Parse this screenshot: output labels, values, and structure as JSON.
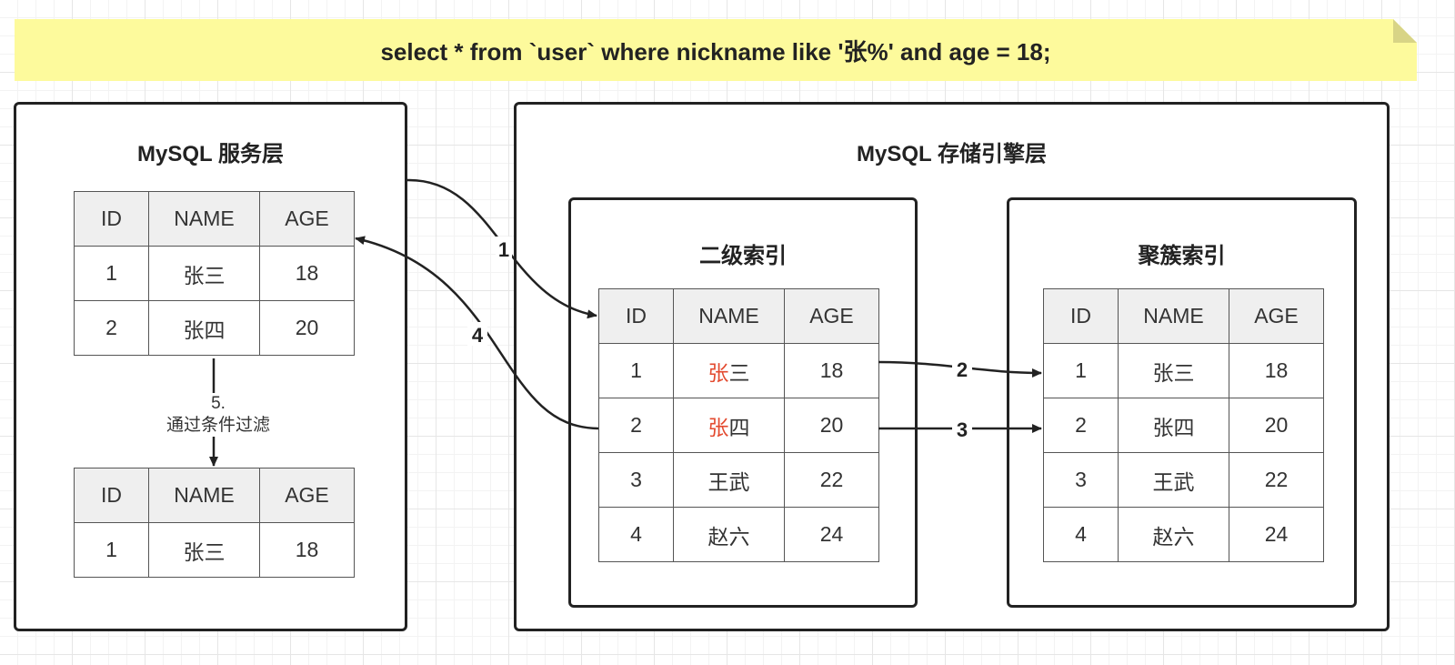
{
  "sql": "select * from `user` where nickname like '张%' and age = 18;",
  "server_layer": {
    "title": "MySQL 服务层",
    "filter_step": {
      "number": "5.",
      "label": "通过条件过滤"
    },
    "table_before": {
      "headers": [
        "ID",
        "NAME",
        "AGE"
      ],
      "rows": [
        [
          "1",
          "张三",
          "18"
        ],
        [
          "2",
          "张四",
          "20"
        ]
      ]
    },
    "table_after": {
      "headers": [
        "ID",
        "NAME",
        "AGE"
      ],
      "rows": [
        [
          "1",
          "张三",
          "18"
        ]
      ]
    }
  },
  "engine_layer": {
    "title": "MySQL 存储引擎层",
    "secondary_index": {
      "title": "二级索引",
      "headers": [
        "ID",
        "NAME",
        "AGE"
      ],
      "rows": [
        {
          "id": "1",
          "name_hl": "张",
          "name_rest": "三",
          "age": "18"
        },
        {
          "id": "2",
          "name_hl": "张",
          "name_rest": "四",
          "age": "20"
        },
        {
          "id": "3",
          "name_hl": "",
          "name_rest": "王武",
          "age": "22"
        },
        {
          "id": "4",
          "name_hl": "",
          "name_rest": "赵六",
          "age": "24"
        }
      ]
    },
    "clustered_index": {
      "title": "聚簇索引",
      "headers": [
        "ID",
        "NAME",
        "AGE"
      ],
      "rows": [
        [
          "1",
          "张三",
          "18"
        ],
        [
          "2",
          "张四",
          "20"
        ],
        [
          "3",
          "王武",
          "22"
        ],
        [
          "4",
          "赵六",
          "24"
        ]
      ]
    }
  },
  "arrows": {
    "a1": "1",
    "a2": "2",
    "a3": "3",
    "a4": "4"
  },
  "colors": {
    "note": "#fdfa9c",
    "highlight": "#e34a2f",
    "header_fill": "#efefef"
  }
}
